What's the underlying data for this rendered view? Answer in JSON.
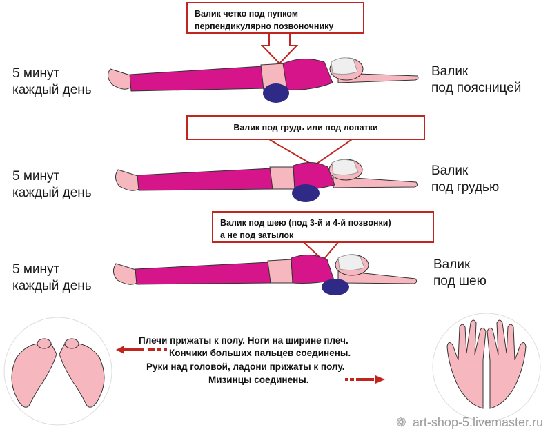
{
  "rows": [
    {
      "callout": [
        "Валик четко под пупком",
        "перпендикулярно позвоночнику"
      ],
      "left_text": [
        "5 минут",
        "каждый день"
      ],
      "right_text": [
        "Валик",
        "под поясницей"
      ]
    },
    {
      "callout": [
        "Валик под грудь или под лопатки"
      ],
      "left_text": [
        "5 минут",
        "каждый день"
      ],
      "right_text": [
        "Валик",
        "под грудью"
      ]
    },
    {
      "callout": [
        "Валик под шею (под 3-й и 4-й позвонки)",
        "а не под затылок"
      ],
      "left_text": [
        "5 минут",
        "каждый день"
      ],
      "right_text": [
        "Валик",
        "под шею"
      ]
    }
  ],
  "instructions": [
    "Плечи прижаты к полу. Ноги на ширине плеч.",
    "Кончики больших пальцев соединены.",
    "Руки над головой, ладони прижаты к полу.",
    "Мизинцы соединены."
  ],
  "watermark": "art-shop-5.livemaster.ru",
  "colors": {
    "accent_red": "#c0261f",
    "body_pink": "#f7b7bf",
    "clothing_magenta": "#d6158a",
    "roller_navy": "#2e2a86"
  }
}
